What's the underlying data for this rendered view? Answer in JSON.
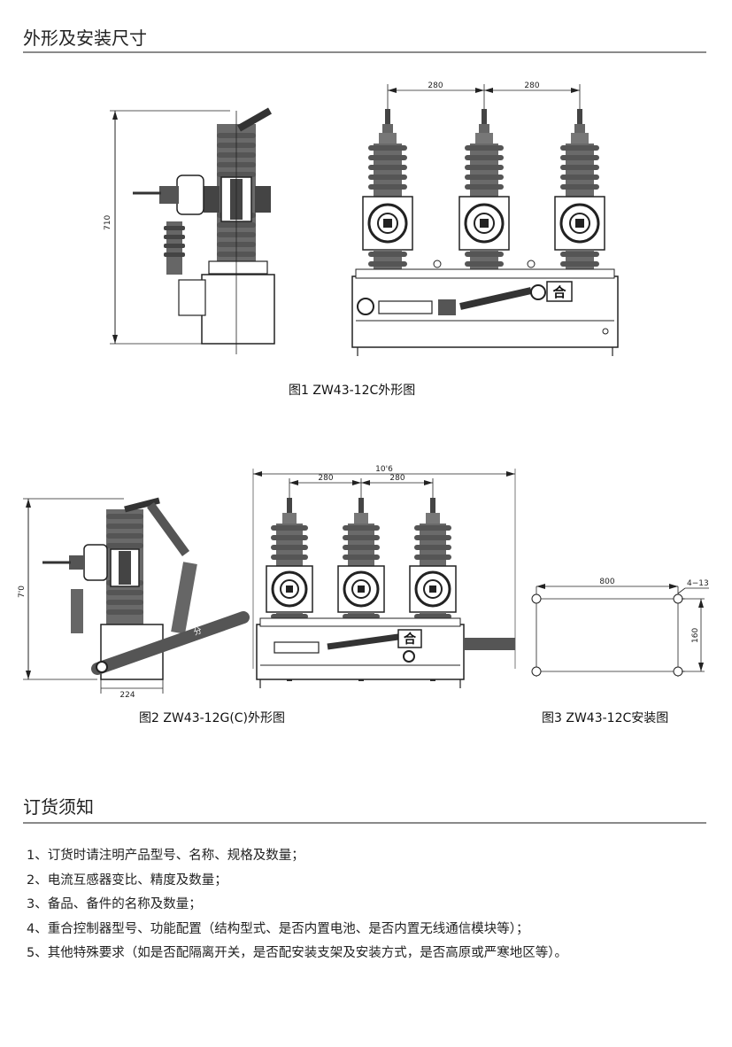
{
  "section1": {
    "title": "外形及安装尺寸"
  },
  "figure1": {
    "caption": "图1 ZW43-12C外形图",
    "dim_height": "710",
    "dim_pitch_left": "280",
    "dim_pitch_right": "280",
    "label_close": "合"
  },
  "figure2": {
    "caption": "图2 ZW43-12G(C)外形图",
    "dim_height": "7'0",
    "dim_base": "224",
    "dim_width": "10'6",
    "dim_pitch_left": "280",
    "dim_pitch_right": "280",
    "label_close": "合",
    "label_open": "分"
  },
  "figure3": {
    "caption": "图3 ZW43-12C安装图",
    "dim_width": "800",
    "dim_holes": "4−13",
    "dim_height": "160"
  },
  "section2": {
    "title": "订货须知",
    "items": [
      "1、订货时请注明产品型号、名称、规格及数量；",
      "2、电流互感器变比、精度及数量；",
      "3、备品、备件的名称及数量；",
      "4、重合控制器型号、功能配置（结构型式、是否内置电池、是否内置无线通信模块等）；",
      "5、其他特殊要求（如是否配隔离开关，是否配安装支架及安装方式，是否高原或严寒地区等）。"
    ]
  }
}
